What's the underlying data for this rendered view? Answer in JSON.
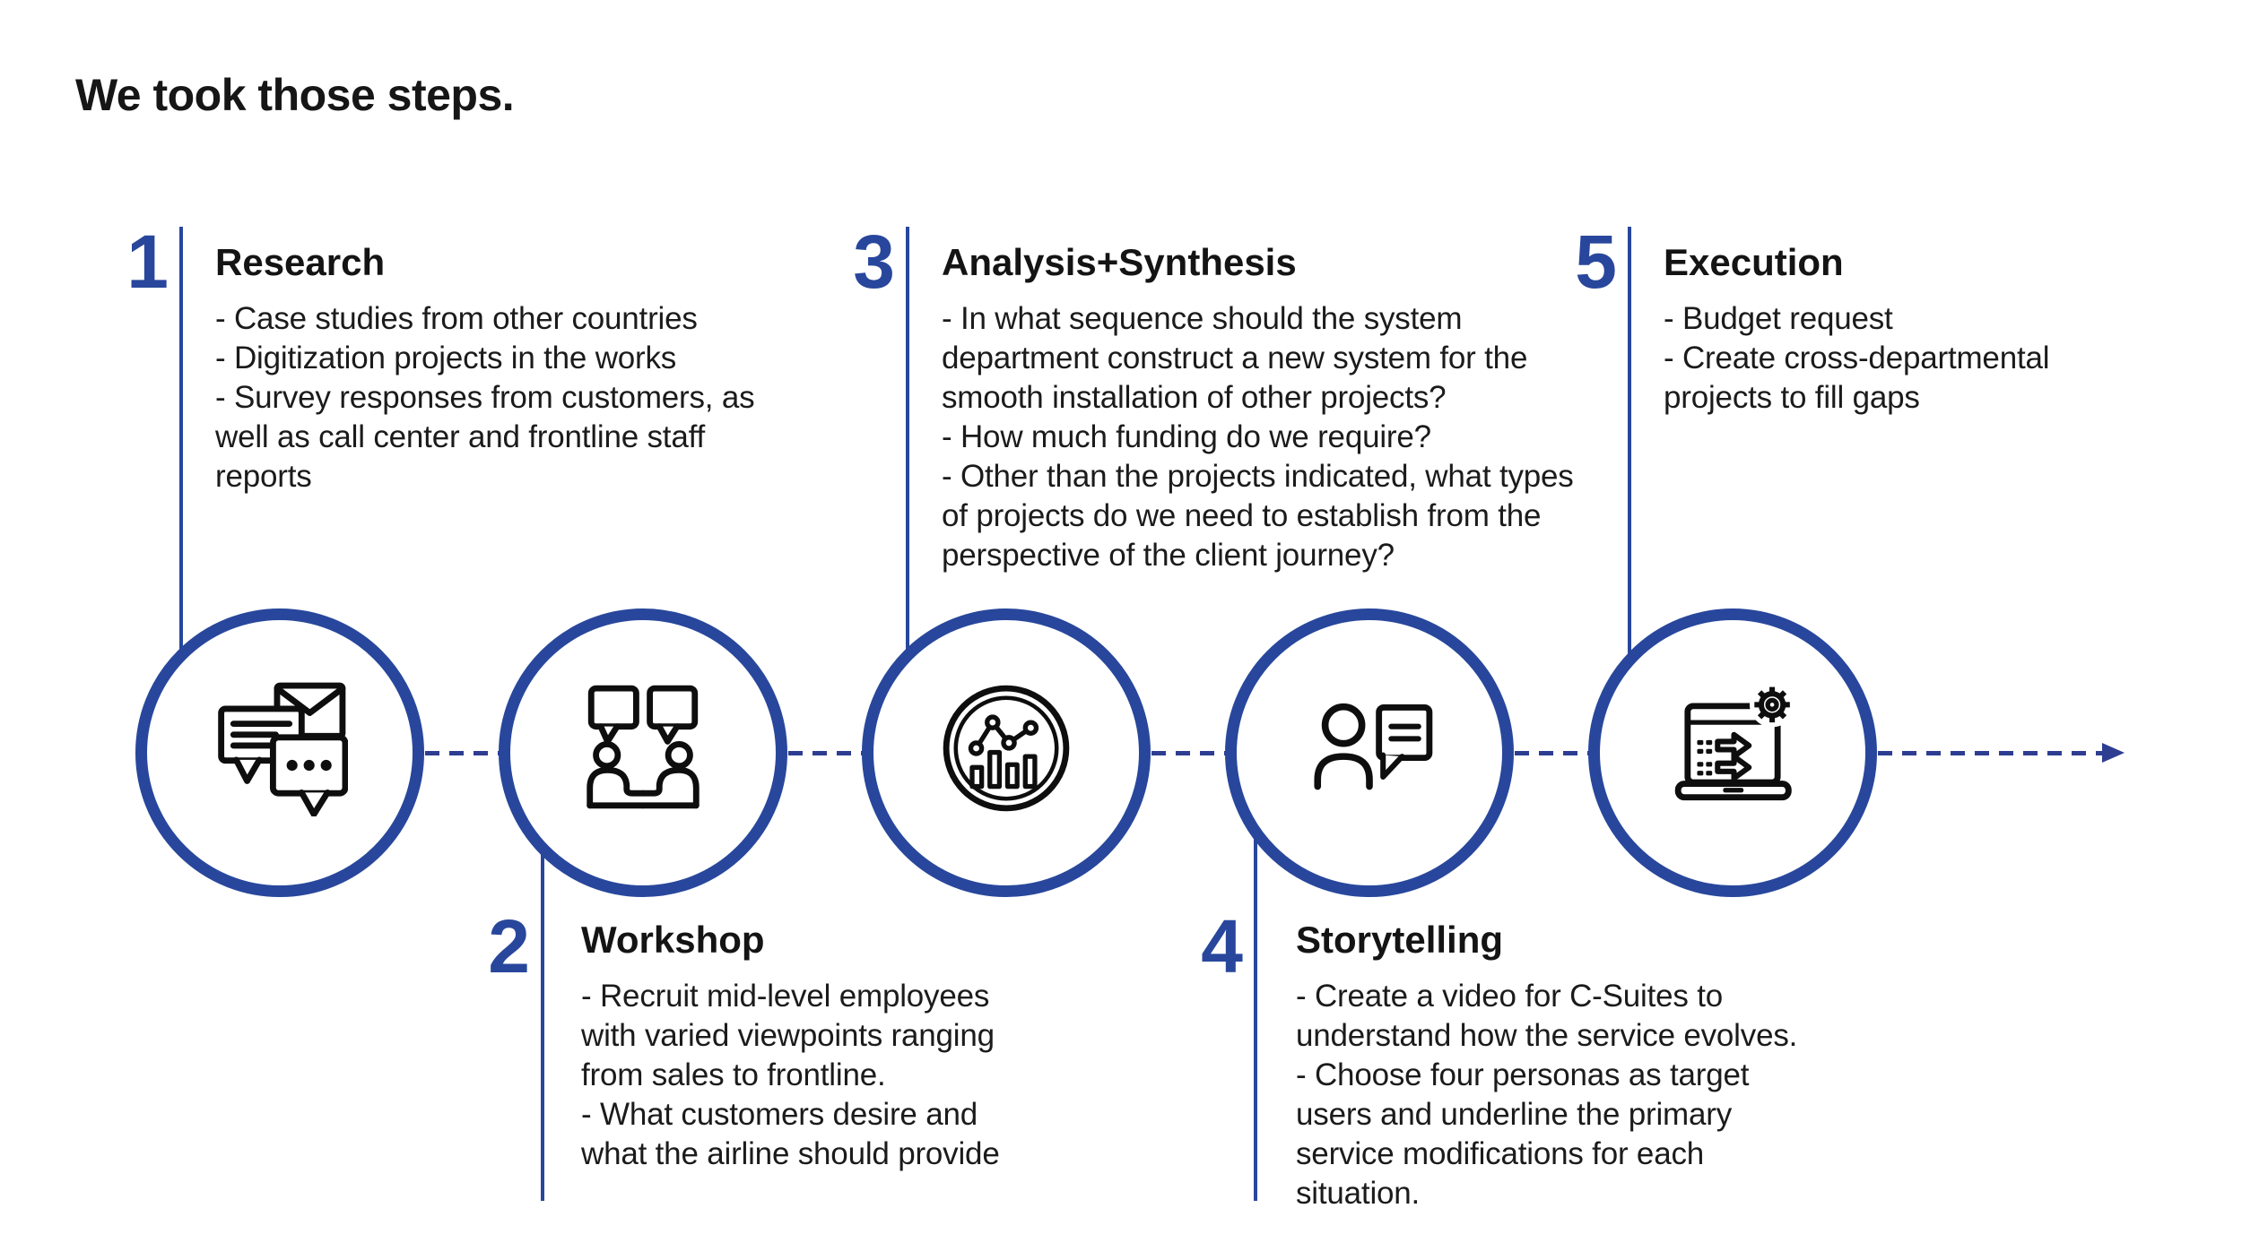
{
  "title": "We took those steps.",
  "colors": {
    "accent_blue": "#28479c",
    "connector_blue": "#2d3d92",
    "icon_black": "#0e0e0e",
    "text_black": "#1b1b1b"
  },
  "connector": {
    "type": "dashed-arrow-right"
  },
  "steps": [
    {
      "number": "1",
      "name": "Research",
      "icon": "chat-mail-icon",
      "bullets": [
        "- Case studies from other countries",
        "- Digitization projects in the works",
        "- Survey responses from customers, as well as call center and frontline staff reports"
      ]
    },
    {
      "number": "2",
      "name": "Workshop",
      "icon": "two-people-discussion-icon",
      "bullets": [
        "- Recruit mid-level employees with varied viewpoints ranging from sales to frontline.",
        "- What customers desire and what the airline should provide"
      ]
    },
    {
      "number": "3",
      "name": "Analysis+Synthesis",
      "icon": "analytics-chart-icon",
      "bullets": [
        "- In what sequence should the system department construct a new system for the smooth installation of other projects?",
        "- How much funding do we require?",
        "- Other than the projects indicated, what types of projects do we need to establish from the perspective of the client journey?"
      ]
    },
    {
      "number": "4",
      "name": "Storytelling",
      "icon": "person-speech-bubble-icon",
      "bullets": [
        "- Create a video for C-Suites to understand how the service evolves.",
        "- Choose four personas as target users and underline the primary service modifications for each situation."
      ]
    },
    {
      "number": "5",
      "name": "Execution",
      "icon": "laptop-gear-icon",
      "bullets": [
        "- Budget request",
        "- Create cross-departmental projects to fill gaps"
      ]
    }
  ]
}
